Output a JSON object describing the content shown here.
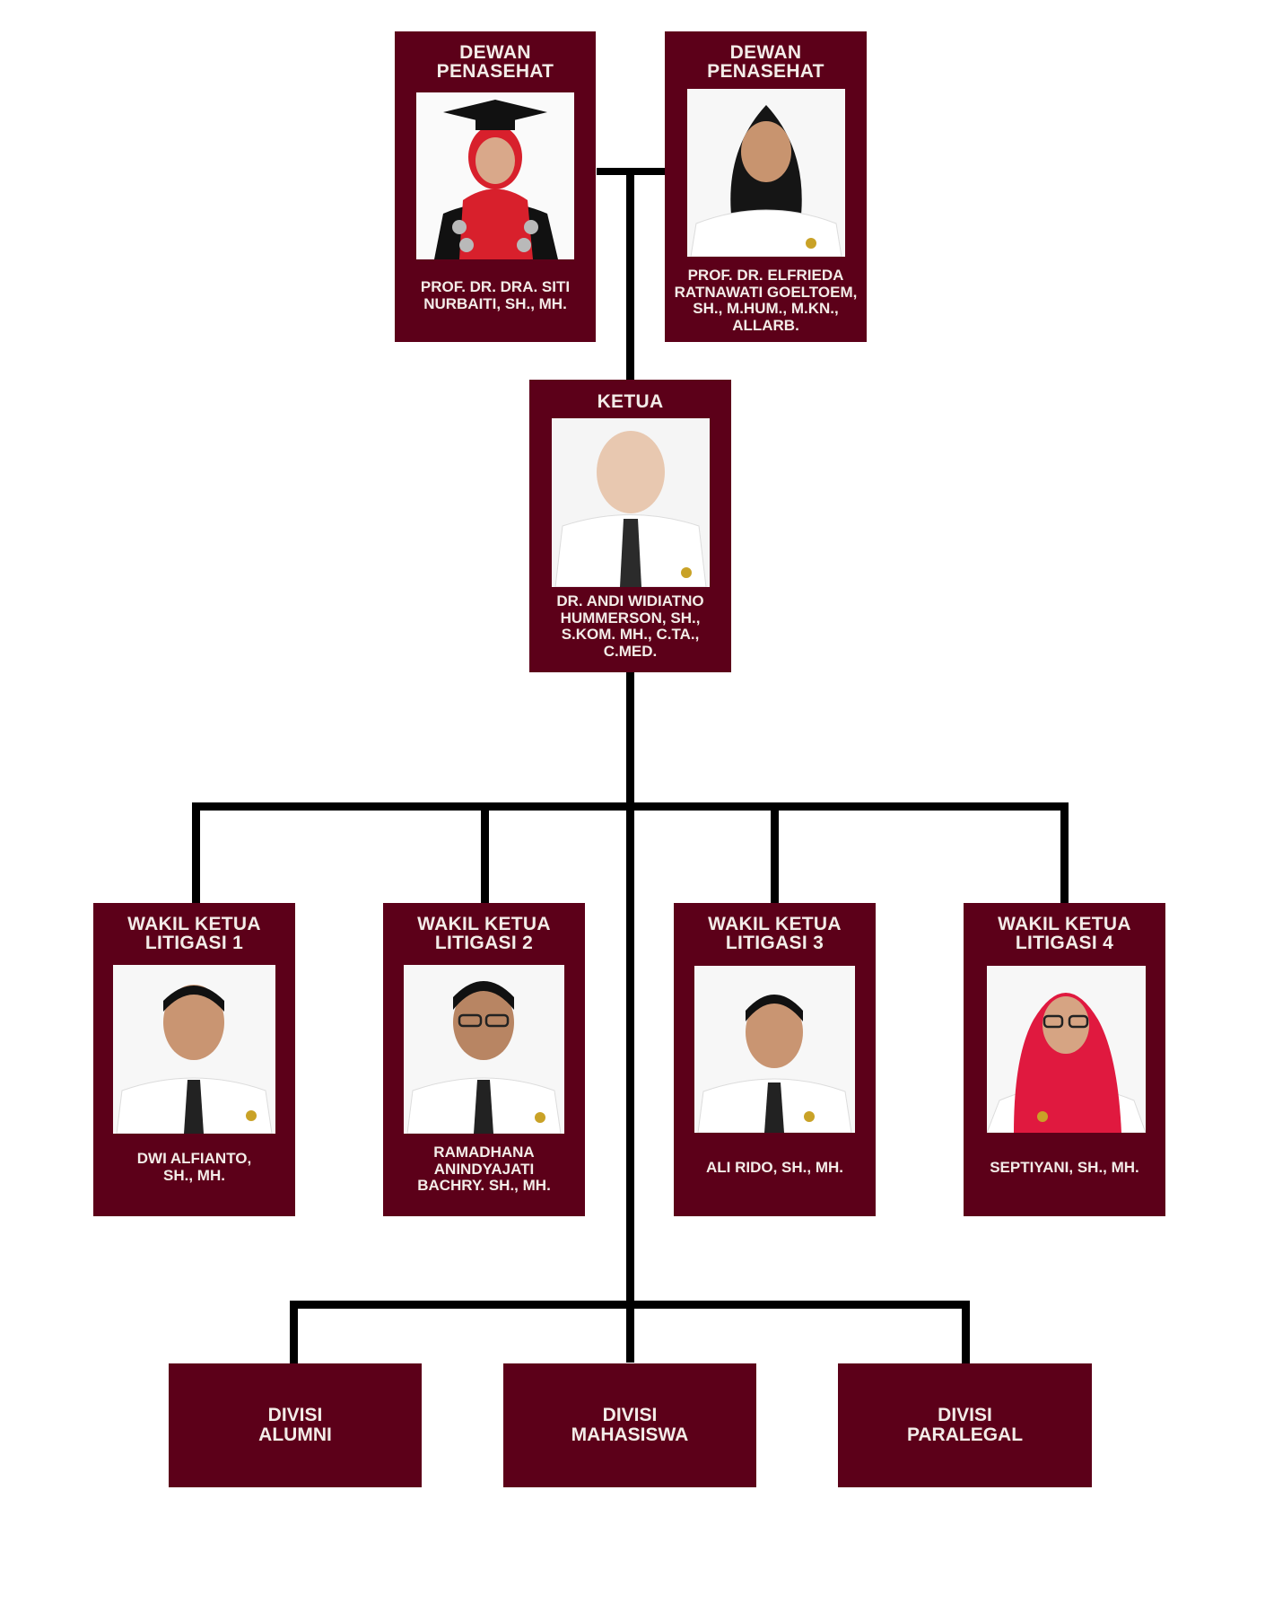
{
  "advisors": [
    {
      "role": [
        "DEWAN",
        "PENASEHAT"
      ],
      "name": [
        "PROF. DR. DRA. SITI",
        "NURBAITI, SH., MH."
      ],
      "photo": "woman-red-hijab-graduation-cap-photo"
    },
    {
      "role": [
        "DEWAN",
        "PENASEHAT"
      ],
      "name": [
        "PROF. DR. ELFRIEDA",
        "RATNAWATI GOELTOEM,",
        "SH., M.HUM., M.KN.,",
        "ALLARB."
      ],
      "photo": "woman-long-hair-white-shirt-photo"
    }
  ],
  "chair": {
    "role": [
      "KETUA"
    ],
    "name": [
      "DR. ANDI WIDIATNO",
      "HUMMERSON, SH.,",
      "S.KOM. MH., C.TA.,",
      "C.MED."
    ],
    "photo": "bald-man-white-shirt-black-tie-photo"
  },
  "deputies": [
    {
      "role": [
        "WAKIL KETUA",
        "LITIGASI 1"
      ],
      "name": [
        "DWI ALFIANTO,",
        "SH., MH."
      ],
      "photo": "man-white-shirt-black-tie-photo"
    },
    {
      "role": [
        "WAKIL KETUA",
        "LITIGASI 2"
      ],
      "name": [
        "RAMADHANA",
        "ANINDYAJATI",
        "BACHRY. SH., MH."
      ],
      "photo": "man-glasses-white-shirt-photo"
    },
    {
      "role": [
        "WAKIL KETUA",
        "LITIGASI 3"
      ],
      "name": [
        "ALI RIDO, SH., MH."
      ],
      "photo": "man-white-shirt-black-tie-photo"
    },
    {
      "role": [
        "WAKIL KETUA",
        "LITIGASI 4"
      ],
      "name": [
        "SEPTIYANI, SH., MH."
      ],
      "photo": "woman-pink-hijab-glasses-photo"
    }
  ],
  "divisions": [
    {
      "label": [
        "DIVISI",
        "ALUMNI"
      ]
    },
    {
      "label": [
        "DIVISI",
        "MAHASISWA"
      ]
    },
    {
      "label": [
        "DIVISI",
        "PARALEGAL"
      ]
    }
  ],
  "colors": {
    "card": "#5c0019",
    "card_text": "#f3ece8",
    "connector": "#000000",
    "background": "#ffffff"
  }
}
